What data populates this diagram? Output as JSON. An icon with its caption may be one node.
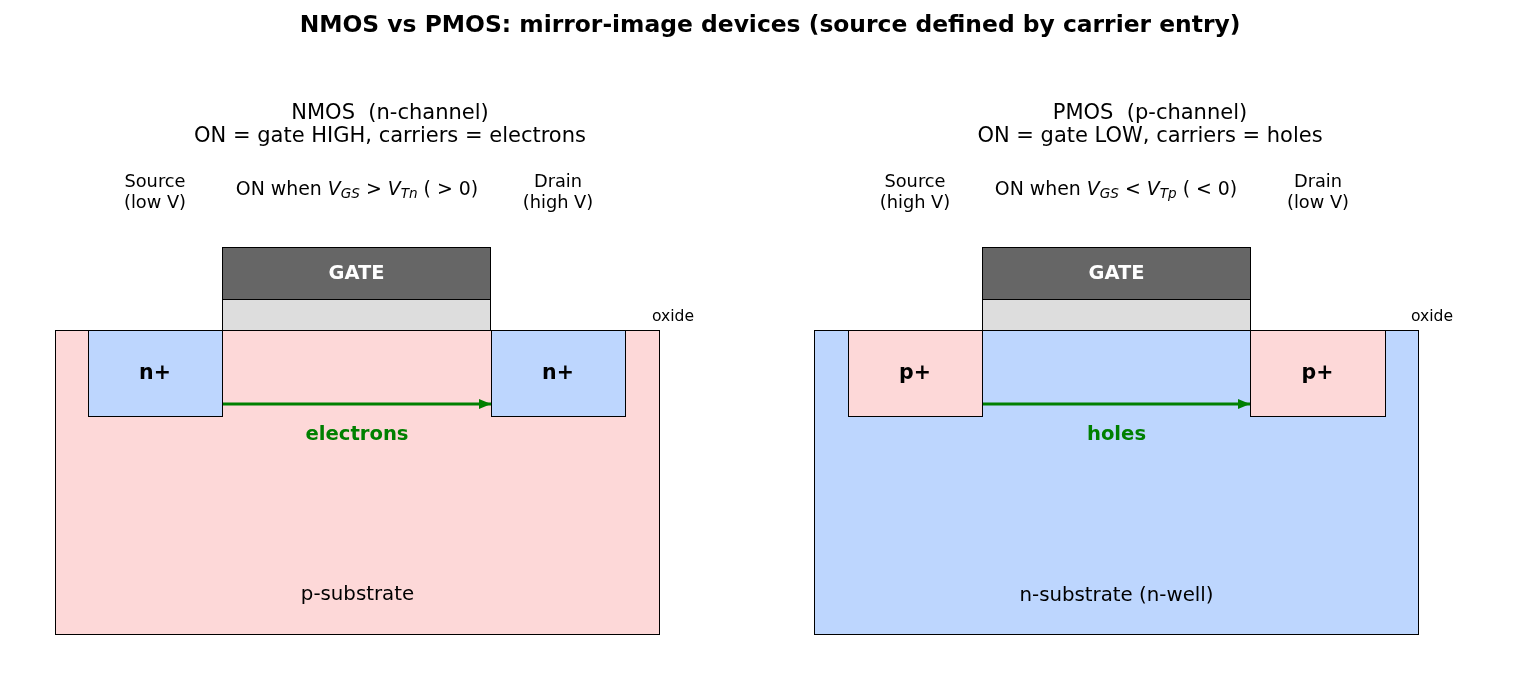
{
  "diagram": {
    "title": "NMOS vs PMOS: mirror-image devices (source defined by carrier entry)",
    "nodes": [
      {
        "text": [
          "GATE"
        ]
      },
      {
        "text": [],
        "shape": "box"
      },
      {
        "text": [
          "p-substrate"
        ]
      },
      {
        "text": [
          "n+"
        ],
        "in": 2
      },
      {
        "text": [
          "n+"
        ],
        "in": 2
      },
      {
        "text": [
          "GATE"
        ]
      },
      {
        "text": [],
        "shape": "box"
      },
      {
        "text": [
          "n-substrate (n-well)"
        ]
      },
      {
        "text": [
          "p+"
        ],
        "in": 7
      },
      {
        "text": [
          "p+"
        ],
        "in": 7
      }
    ],
    "edges": [
      {
        "from": 3,
        "to": 4,
        "arrow": "to",
        "label": "electrons"
      },
      {
        "from": 8,
        "to": 9,
        "arrow": "to",
        "label": "holes"
      }
    ],
    "labels": [
      "NMOS  (n-channel)",
      "ON = gate HIGH, carriers = electrons",
      "PMOS  (p-channel)",
      "ON = gate LOW, carriers = holes",
      "Source (low V)",
      "ON when *V*$_{GS}$ > *V*$_{Tn}$ ( > 0)",
      "Drain (high V)",
      "Source (high V)",
      "ON when *V*$_{GS}$ < *V*$_{Tp}$ ( < 0)",
      "Drain (low V)",
      "oxide",
      "oxide"
    ]
  }
}
